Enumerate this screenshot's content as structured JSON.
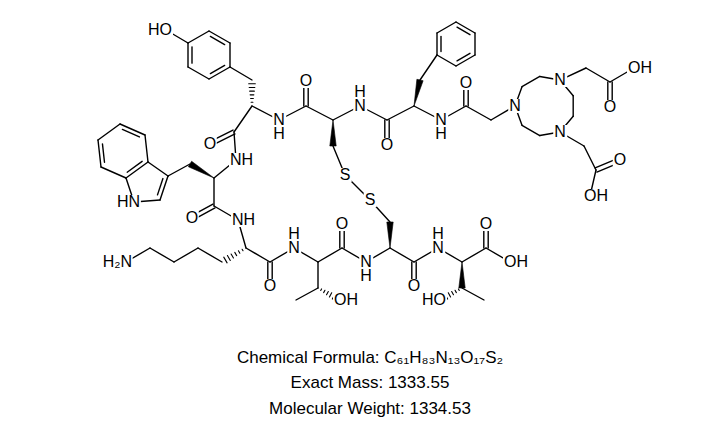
{
  "diagram": {
    "labels": [
      "HO",
      "O",
      "H",
      "N",
      "O",
      "N",
      "OH",
      "O",
      "N",
      "O",
      "N",
      "H",
      "NH",
      "N",
      "H",
      "O",
      "N",
      "O",
      "S",
      "S",
      "OH",
      "HN",
      "O",
      "NH",
      "O",
      "H",
      "N",
      "H",
      "N",
      "O",
      "H₂N",
      "N",
      "H",
      "OH",
      "O",
      "O",
      "OH",
      "HO",
      "Chemical Formula: C₆₁H₈₃N₁₃O₁₇S₂",
      "Exact Mass: 1333.55",
      "Molecular Weight: 1334.53"
    ]
  }
}
